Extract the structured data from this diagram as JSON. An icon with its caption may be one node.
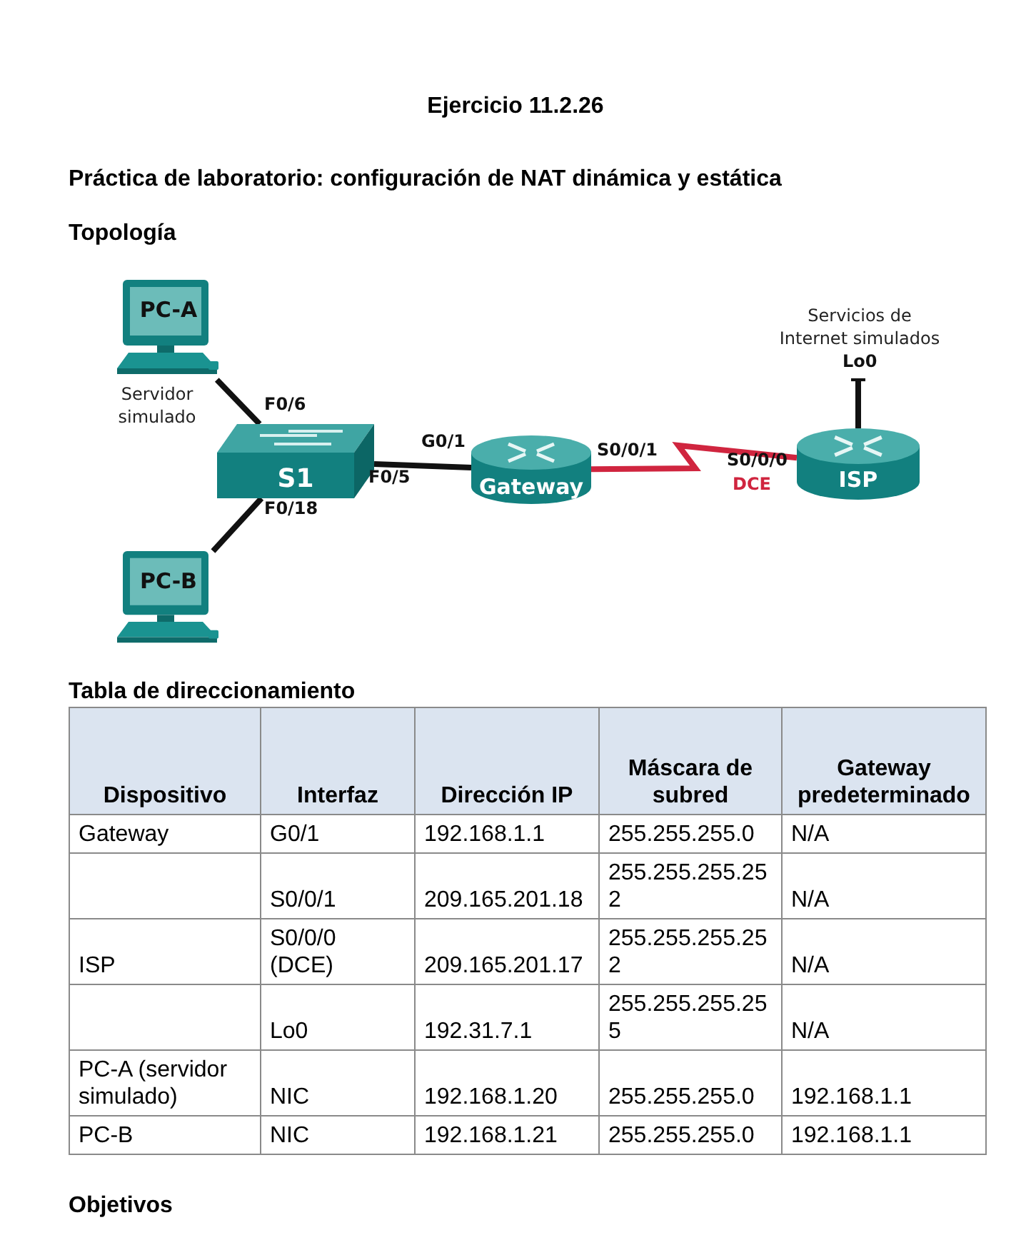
{
  "diagram": {
    "title": "Ejercicio 11.2.26",
    "nodes": [
      {
        "text": [
          "PC-A"
        ],
        "beside": [
          "Servidor simulado"
        ]
      },
      {
        "text": [
          "PC-B"
        ]
      },
      {
        "text": [
          "S1"
        ]
      },
      {
        "text": [
          "Gateway"
        ]
      },
      {
        "text": [
          "ISP"
        ]
      }
    ],
    "edges": [
      {
        "from": 0,
        "to": 2,
        "arrow": "none"
      },
      {
        "from": 1,
        "to": 2,
        "arrow": "none"
      },
      {
        "from": 2,
        "to": 3,
        "arrow": "none"
      },
      {
        "from": 3,
        "to": 4,
        "arrow": "none",
        "color": "#d0253f"
      },
      {
        "from": 4,
        "to": null,
        "arrow": "other",
        "label": "Lo0"
      }
    ],
    "labels": [
      "Práctica de laboratorio: configuración de NAT dinámica y estática",
      "Topología",
      "Servicios de Internet simulados",
      "F0/6",
      "G0/1",
      "S0/0/1",
      "F0/5",
      "S0/0/0",
      "DCE",
      "F0/18",
      "Tabla de direccionamiento",
      "Dispositivo",
      "Interfaz",
      "Dirección IP",
      "Máscara de subred",
      "Gateway predeterminado",
      "Gateway",
      "G0/1",
      "192.168.1.1",
      "255.255.255.0",
      "N/A",
      "S0/0/1",
      "209.165.201.18",
      "255.255.255.252",
      "N/A",
      "ISP",
      "S0/0/0 (DCE)",
      "209.165.201.17",
      "255.255.255.252",
      "N/A",
      "Lo0",
      "192.31.7.1",
      "255.255.255.255",
      "N/A",
      "PC-A (servidor simulado)",
      "NIC",
      "192.168.1.20",
      "255.255.255.0",
      "192.168.1.1",
      "PC-B",
      "NIC",
      "192.168.1.21",
      "255.255.255.0",
      "192.168.1.1",
      "Objetivos"
    ]
  }
}
